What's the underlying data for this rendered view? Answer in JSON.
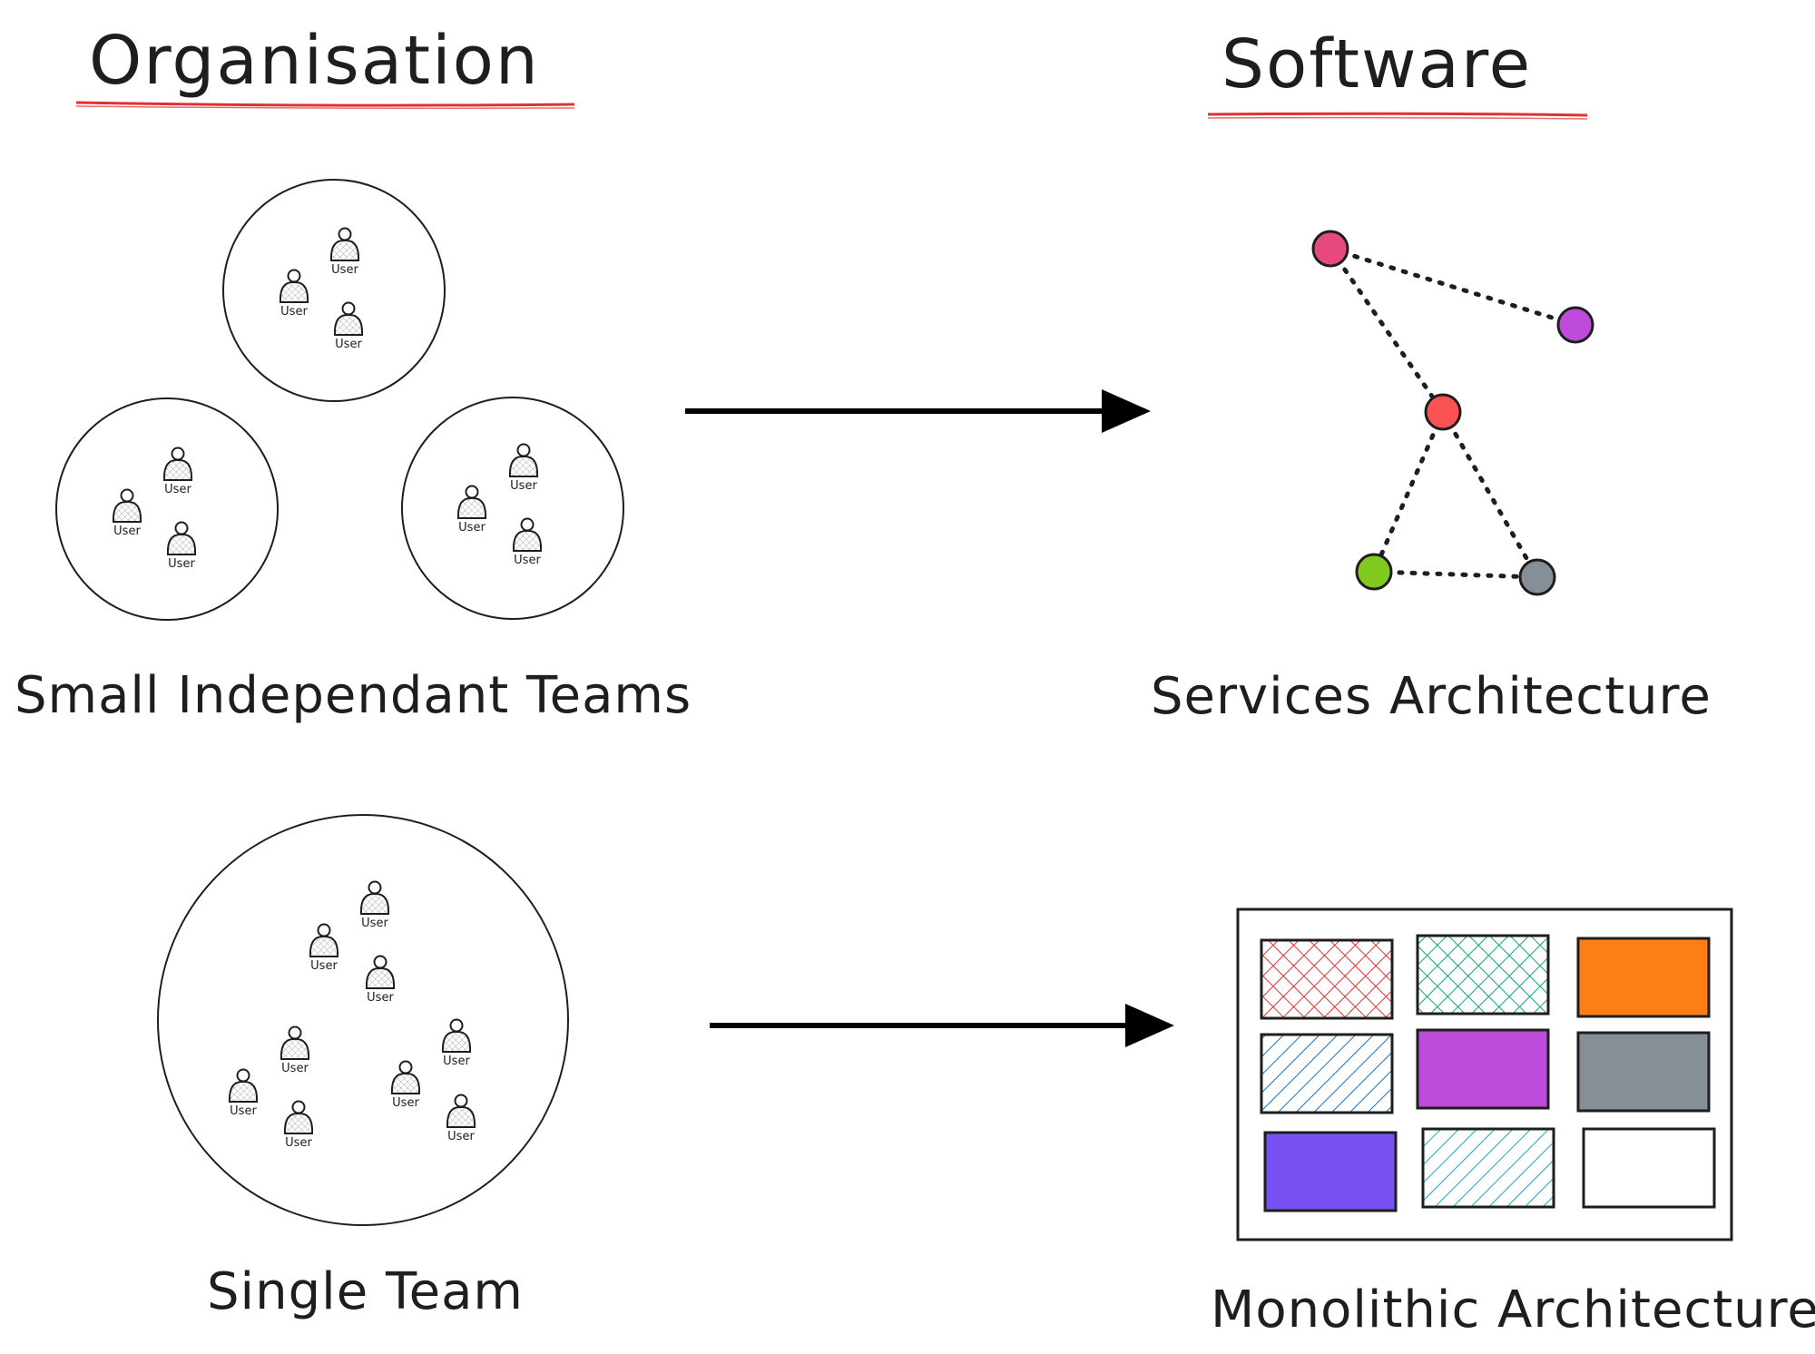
{
  "headings": {
    "organisation": "Organisation",
    "software": "Software"
  },
  "captions": {
    "small_teams": "Small Independant Teams",
    "services": "Services Architecture",
    "single_team": "Single Team",
    "monolith": "Monolithic Architecture"
  },
  "user_label": "User",
  "colors": {
    "underline": "#e03131",
    "node_pink": "#e64980",
    "node_purple": "#be4bdb",
    "node_red": "#fa5252",
    "node_green": "#82c91e",
    "node_gray": "#868e96",
    "block_red_hatch": "#e03131",
    "block_teal_hatch": "#0ca678",
    "block_orange": "#fd7e14",
    "block_blue_hatch": "#1971c2",
    "block_purple": "#be4bdb",
    "block_gray": "#868e96",
    "block_violet": "#7950f2",
    "block_cyan_hatch": "#15aabf",
    "block_white": "#ffffff"
  }
}
